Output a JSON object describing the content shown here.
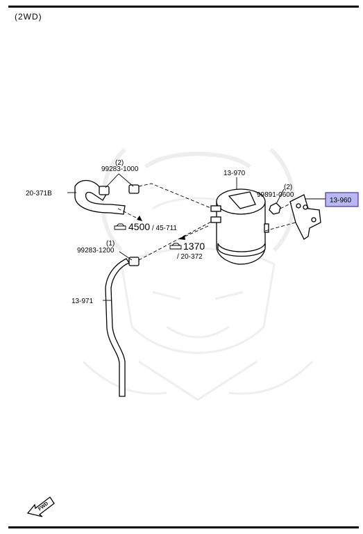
{
  "header": {
    "variant_label": "(2WD)"
  },
  "callouts": {
    "hose_upper": "20-371B",
    "clip_upper_qty": "(2)",
    "clip_upper_pn": "99283-1000",
    "ref_4500": "4500",
    "ref_4500_sub": "/ 45-711",
    "clip_lower_qty": "(1)",
    "clip_lower_pn": "99283-1200",
    "hose_lower": "13-971",
    "canister": "13-970",
    "ref_1370": "1370",
    "ref_1370_sub": "/ 20-372",
    "nut_qty": "(2)",
    "nut_pn": "99891-0600",
    "bracket": "13-960"
  },
  "fwd_label": "FWD",
  "colors": {
    "highlight_fill": "#b9b6f0",
    "highlight_border": "#3d3a9e"
  }
}
